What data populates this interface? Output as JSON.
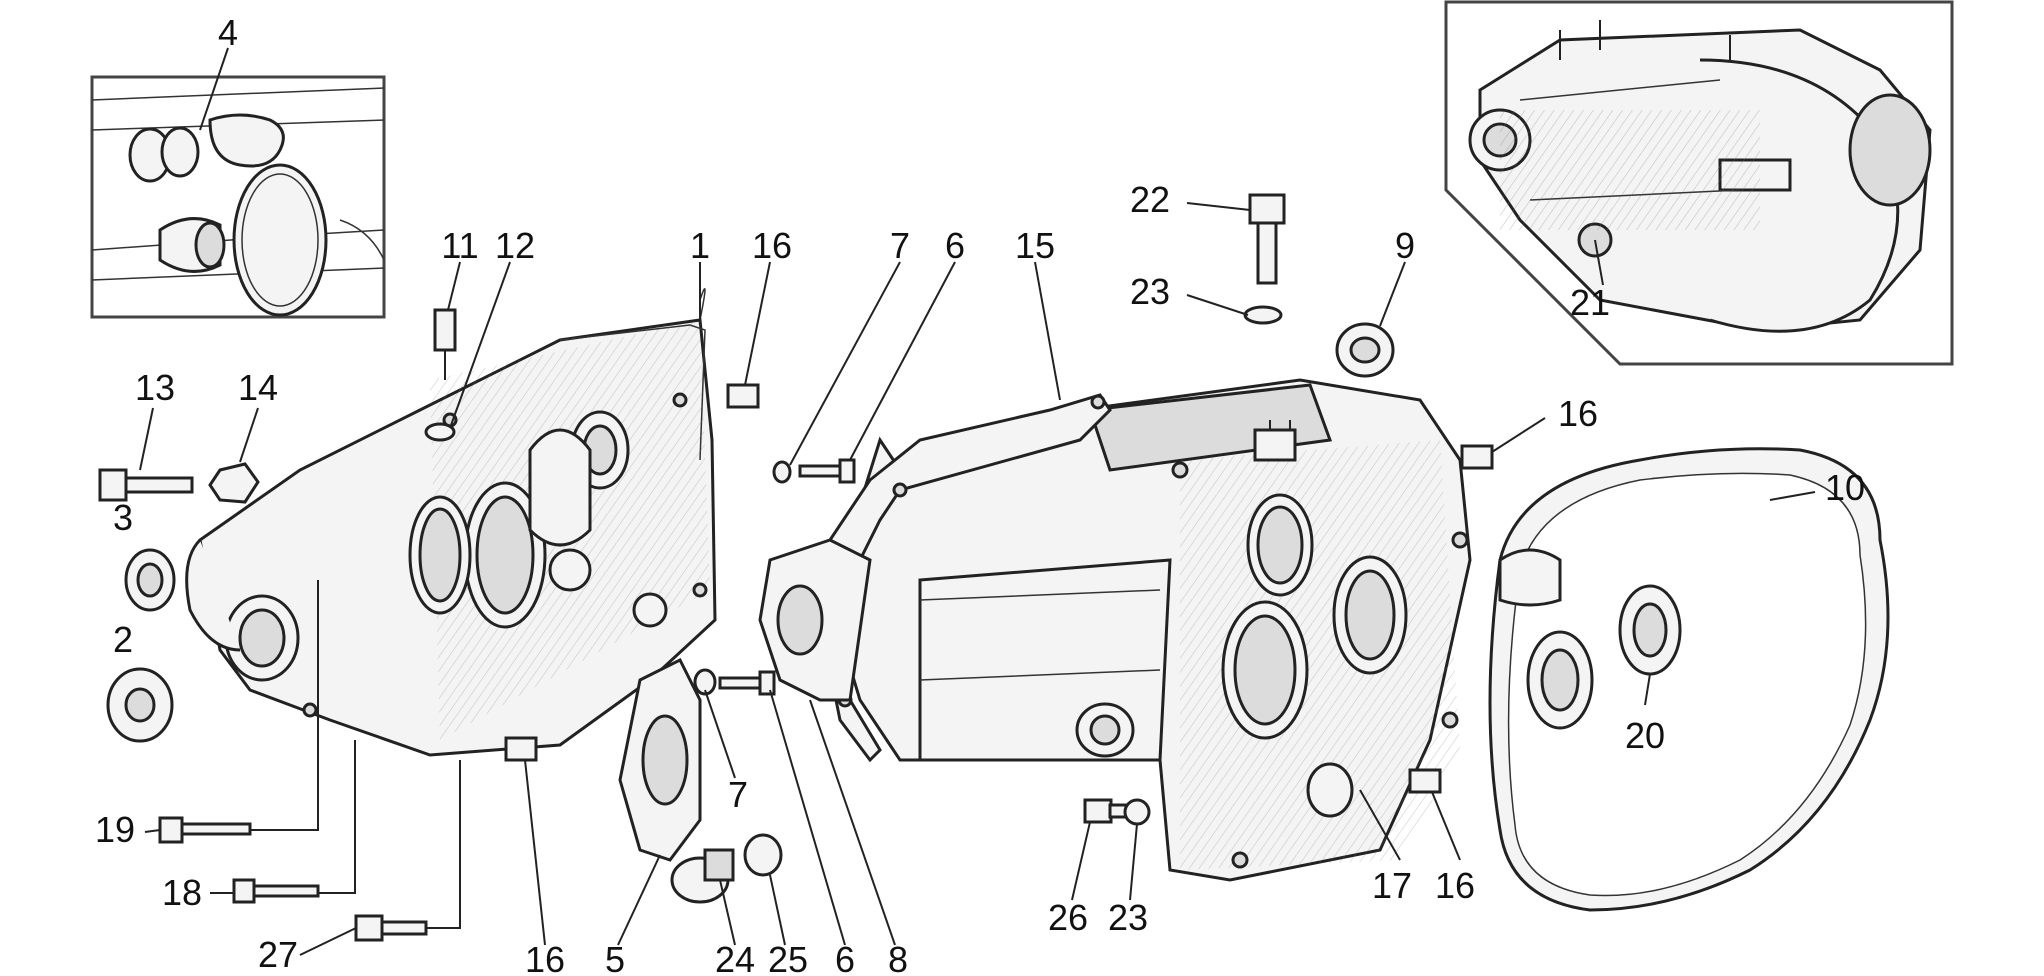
{
  "callouts": [
    {
      "id": "c4",
      "text": "4"
    },
    {
      "id": "c11",
      "text": "11"
    },
    {
      "id": "c12",
      "text": "12"
    },
    {
      "id": "c1",
      "text": "1"
    },
    {
      "id": "c16a",
      "text": "16"
    },
    {
      "id": "c7a",
      "text": "7"
    },
    {
      "id": "c6a",
      "text": "6"
    },
    {
      "id": "c15",
      "text": "15"
    },
    {
      "id": "c22",
      "text": "22"
    },
    {
      "id": "c23a",
      "text": "23"
    },
    {
      "id": "c9",
      "text": "9"
    },
    {
      "id": "c21",
      "text": "21"
    },
    {
      "id": "c13",
      "text": "13"
    },
    {
      "id": "c14",
      "text": "14"
    },
    {
      "id": "c3",
      "text": "3"
    },
    {
      "id": "c2",
      "text": "2"
    },
    {
      "id": "c16b",
      "text": "16"
    },
    {
      "id": "c10",
      "text": "10"
    },
    {
      "id": "c20",
      "text": "20"
    },
    {
      "id": "c19",
      "text": "19"
    },
    {
      "id": "c18",
      "text": "18"
    },
    {
      "id": "c27",
      "text": "27"
    },
    {
      "id": "c16c",
      "text": "16"
    },
    {
      "id": "c5",
      "text": "5"
    },
    {
      "id": "c24",
      "text": "24"
    },
    {
      "id": "c25",
      "text": "25"
    },
    {
      "id": "c6b",
      "text": "6"
    },
    {
      "id": "c8",
      "text": "8"
    },
    {
      "id": "c7b",
      "text": "7"
    },
    {
      "id": "c26",
      "text": "26"
    },
    {
      "id": "c23b",
      "text": "23"
    },
    {
      "id": "c17",
      "text": "17"
    },
    {
      "id": "c16d",
      "text": "16"
    }
  ]
}
